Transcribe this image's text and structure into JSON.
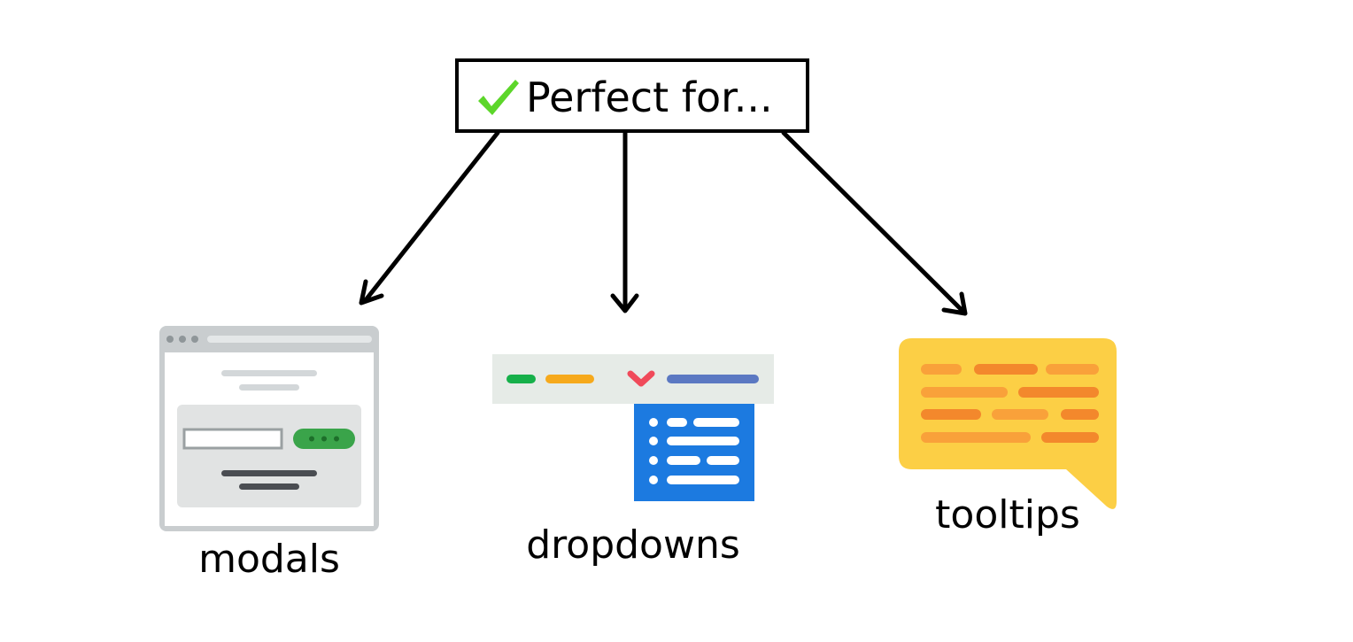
{
  "title": {
    "text": "Perfect for...",
    "check_icon": "check-icon",
    "check_color": "#5cd62a"
  },
  "items": [
    {
      "label": "modals",
      "icon": "modal-window-icon"
    },
    {
      "label": "dropdowns",
      "icon": "dropdown-menu-icon"
    },
    {
      "label": "tooltips",
      "icon": "tooltip-bubble-icon"
    }
  ],
  "colors": {
    "modal_frame": "#c9cdcf",
    "modal_panel": "#e1e3e3",
    "modal_button": "#3aa44a",
    "dropdown_bar": "#e6ebe7",
    "dropdown_list": "#1c7ae0",
    "dropdown_chevron": "#f04a5a",
    "tooltip_fill": "#fccf45",
    "tooltip_lines_light": "#f9a13a",
    "tooltip_lines_dark": "#f3882c"
  }
}
